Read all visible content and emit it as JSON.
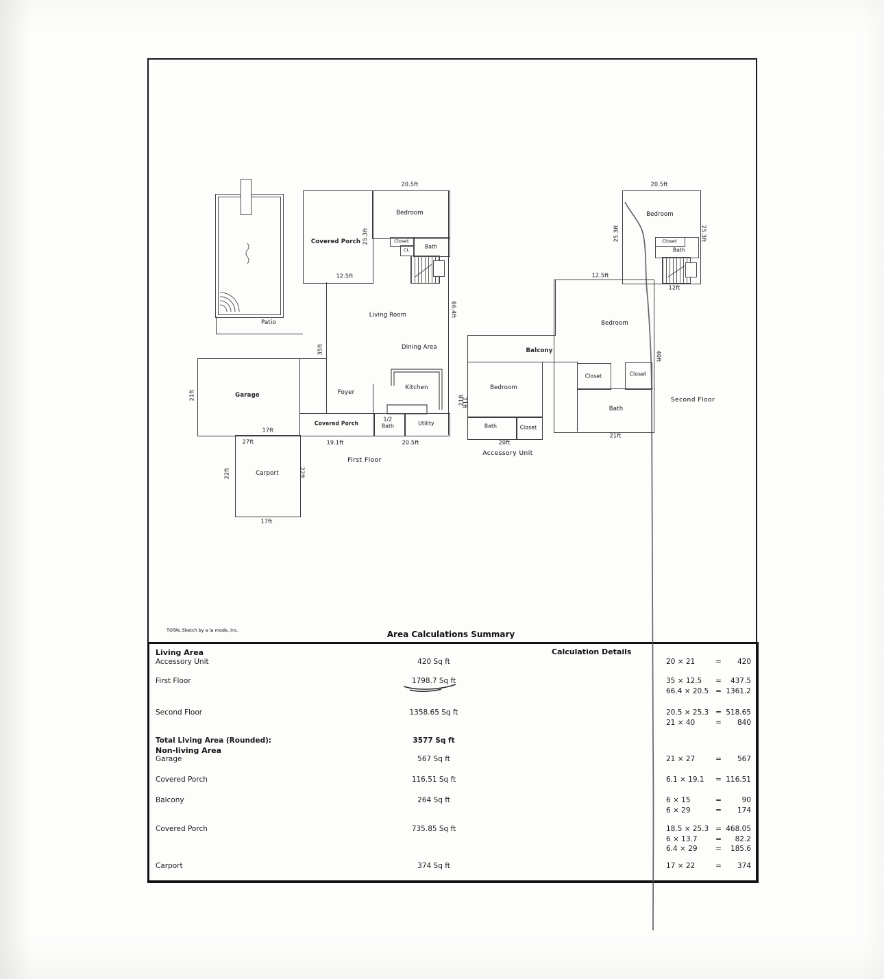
{
  "page": {
    "brand": "TOTAL Sketch by a la mode, inc.",
    "summary_title": "Area Calculations Summary",
    "calc_details_header": "Calculation Details"
  },
  "plan": {
    "labels": {
      "patio": "Patio",
      "covered_porch": "Covered Porch",
      "bedroom": "Bedroom",
      "closet": "Closet",
      "cl": "CL",
      "bath": "Bath",
      "living_room": "Living Room",
      "dining_area": "Dining Area",
      "kitchen": "Kitchen",
      "foyer": "Foyer",
      "garage": "Garage",
      "carport": "Carport",
      "utility": "Utility",
      "half_bath_top": "1/2",
      "balcony": "Balcony",
      "first_floor": "First Floor",
      "accessory_unit": "Accessory Unit",
      "second_floor": "Second Floor"
    },
    "dims": {
      "d20_5": "20.5ft",
      "d25_3": "25.3ft",
      "d12_5": "12.5ft",
      "d66_4": "66.4ft",
      "d35": "35ft",
      "d21": "21ft",
      "d17": "17ft",
      "d27": "27ft",
      "d19_1": "19.1ft",
      "d22": "22ft",
      "d20": "20ft",
      "d12": "12ft",
      "d40": "40ft"
    }
  },
  "table": {
    "living_section": "Living Area",
    "total_label": "Total Living Area (Rounded):",
    "total_value": "3577 Sq ft",
    "nonliving_section": "Non-living Area",
    "rows": [
      {
        "label": "Accessory Unit",
        "value": "420 Sq ft",
        "calcs": [
          {
            "expr": "20 × 21",
            "eq": "=",
            "result": "420"
          }
        ]
      },
      {
        "label": "First Floor",
        "value": "1798.7 Sq ft",
        "calcs": [
          {
            "expr": "35 × 12.5",
            "eq": "=",
            "result": "437.5"
          },
          {
            "expr": "66.4 × 20.5",
            "eq": "=",
            "result": "1361.2"
          }
        ]
      },
      {
        "label": "Second Floor",
        "value": "1358.65 Sq ft",
        "calcs": [
          {
            "expr": "20.5 × 25.3",
            "eq": "=",
            "result": "518.65"
          },
          {
            "expr": "21 × 40",
            "eq": "=",
            "result": "840"
          }
        ]
      },
      {
        "label": "Garage",
        "value": "567 Sq ft",
        "calcs": [
          {
            "expr": "21 × 27",
            "eq": "=",
            "result": "567"
          }
        ]
      },
      {
        "label": "Covered Porch",
        "value": "116.51 Sq ft",
        "calcs": [
          {
            "expr": "6.1 × 19.1",
            "eq": "=",
            "result": "116.51"
          }
        ]
      },
      {
        "label": "Balcony",
        "value": "264 Sq ft",
        "calcs": [
          {
            "expr": "6 × 15",
            "eq": "=",
            "result": "90"
          },
          {
            "expr": "6 × 29",
            "eq": "=",
            "result": "174"
          }
        ]
      },
      {
        "label": "Covered Porch",
        "value": "735.85 Sq ft",
        "calcs": [
          {
            "expr": "18.5 × 25.3",
            "eq": "=",
            "result": "468.05"
          },
          {
            "expr": "6 × 13.7",
            "eq": "=",
            "result": "82.2"
          },
          {
            "expr": "6.4 × 29",
            "eq": "=",
            "result": "185.6"
          }
        ]
      },
      {
        "label": "Carport",
        "value": "374 Sq ft",
        "calcs": [
          {
            "expr": "17 × 22",
            "eq": "=",
            "result": "374"
          }
        ]
      }
    ]
  }
}
